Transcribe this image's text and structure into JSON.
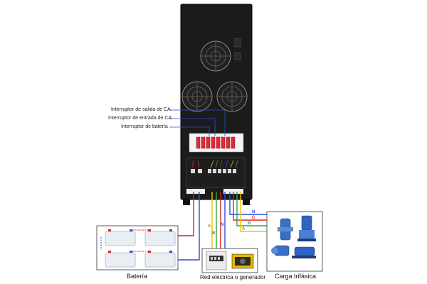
{
  "labels": {
    "ac_output_switch": "Interruptor de salida de CA",
    "ac_input_switch": "Interruptor de entrada de CA",
    "battery_switch": "Interruptor de batería"
  },
  "captions": {
    "battery": "Batería",
    "grid": "Red eléctrica o generador",
    "load": "Carga trifásica"
  },
  "wire_tags": {
    "neutral_top": "N",
    "phase_c": "C",
    "phase_b": "B",
    "phase_a": "A",
    "neutral_mid": "N",
    "input_a": "A",
    "input_b": "B"
  },
  "colors": {
    "cabinet": "#1b1b1b",
    "red_wire": "#e02020",
    "blue_wire": "#2a4fd8",
    "yellow_wire": "#f2c200",
    "green_wire": "#2fa84a",
    "box_border": "#333333",
    "callout_line": "#2a4fd8",
    "breaker": "#e3283a"
  }
}
